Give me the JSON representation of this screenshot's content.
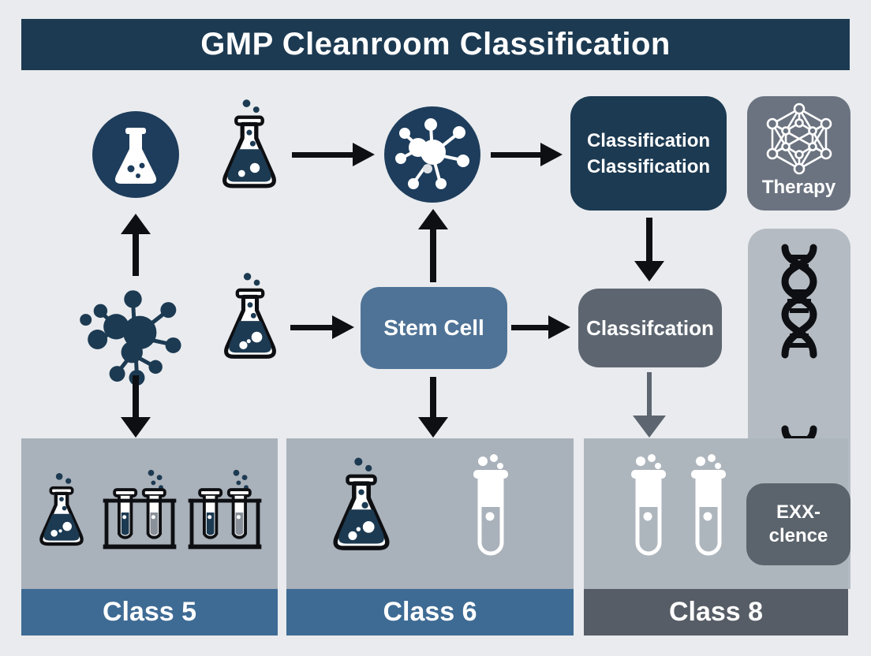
{
  "title": "GMP Cleanroom Classification",
  "flow": {
    "box_classification": {
      "line1": "Classification",
      "line2": "Classification"
    },
    "box_therapy": {
      "label": "Therapy"
    },
    "box_stem_cell": {
      "label": "Stem Cell"
    },
    "box_classifcation": {
      "label": "Classifcation"
    },
    "box_excellence": {
      "line1": "EXX-",
      "line2": "clence"
    }
  },
  "zones": [
    {
      "label": "Class 5"
    },
    {
      "label": "Class 6"
    },
    {
      "label": "Class 8"
    }
  ],
  "icons": {
    "top_left": "flask-in-circle-icon",
    "top_flask": "erlenmeyer-flask-icon",
    "top_center": "molecule-in-circle-icon",
    "therapy": "neural-network-icon",
    "mid_left": "molecule-icon",
    "mid_flask": "erlenmeyer-flask-icon",
    "right_panel": "dna-helix-icon",
    "zone5": [
      "erlenmeyer-flask-icon",
      "test-tube-rack-icon",
      "test-tube-rack-icon"
    ],
    "zone6": [
      "erlenmeyer-flask-icon",
      "test-tube-icon"
    ],
    "zone8": [
      "test-tube-icon",
      "test-tube-icon"
    ]
  },
  "colors": {
    "background": "#e9ebee",
    "navy": "#1c3a52",
    "steel_blue": "#4f7396",
    "banner_blue": "#3e6b94",
    "therapy_gray": "#6b7380",
    "classifcation_gray": "#5d6670",
    "excellence_gray": "#5b636c",
    "class8_banner_gray": "#565d66",
    "zone_gray": "#a9b1ba",
    "zone8_gray": "#aeb6bd",
    "panel_gray": "#b4bbc2",
    "arrow_black": "#0e0f12"
  }
}
